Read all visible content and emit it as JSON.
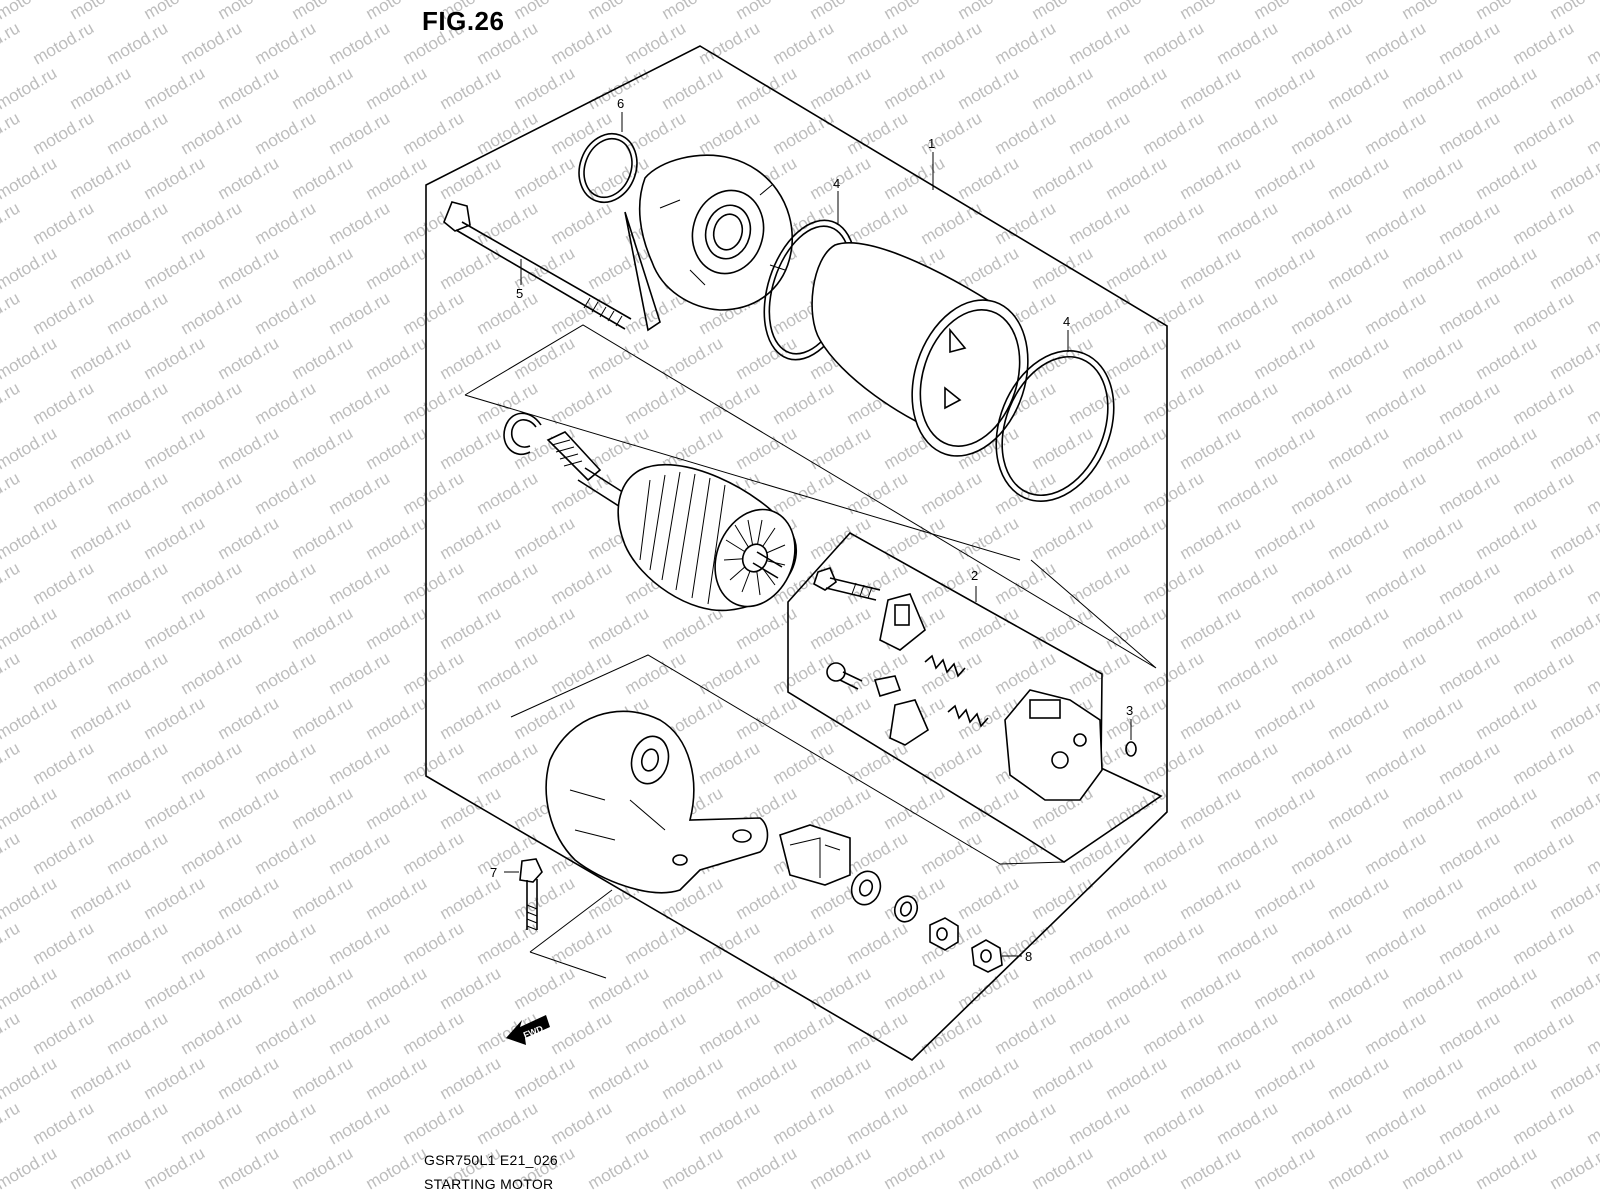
{
  "figure": {
    "title": "FIG.26",
    "model_code": "GSR750L1 E21_026",
    "caption": "STARTING MOTOR"
  },
  "watermark": {
    "text": "motod.ru",
    "color": "#bdbdbd"
  },
  "fwd_label": "FWD",
  "callouts": [
    {
      "id": "1",
      "label": "1"
    },
    {
      "id": "2",
      "label": "2"
    },
    {
      "id": "3",
      "label": "3"
    },
    {
      "id": "4a",
      "label": "4"
    },
    {
      "id": "4b",
      "label": "4"
    },
    {
      "id": "5",
      "label": "5"
    },
    {
      "id": "6",
      "label": "6"
    },
    {
      "id": "7",
      "label": "7"
    },
    {
      "id": "8",
      "label": "8"
    }
  ]
}
